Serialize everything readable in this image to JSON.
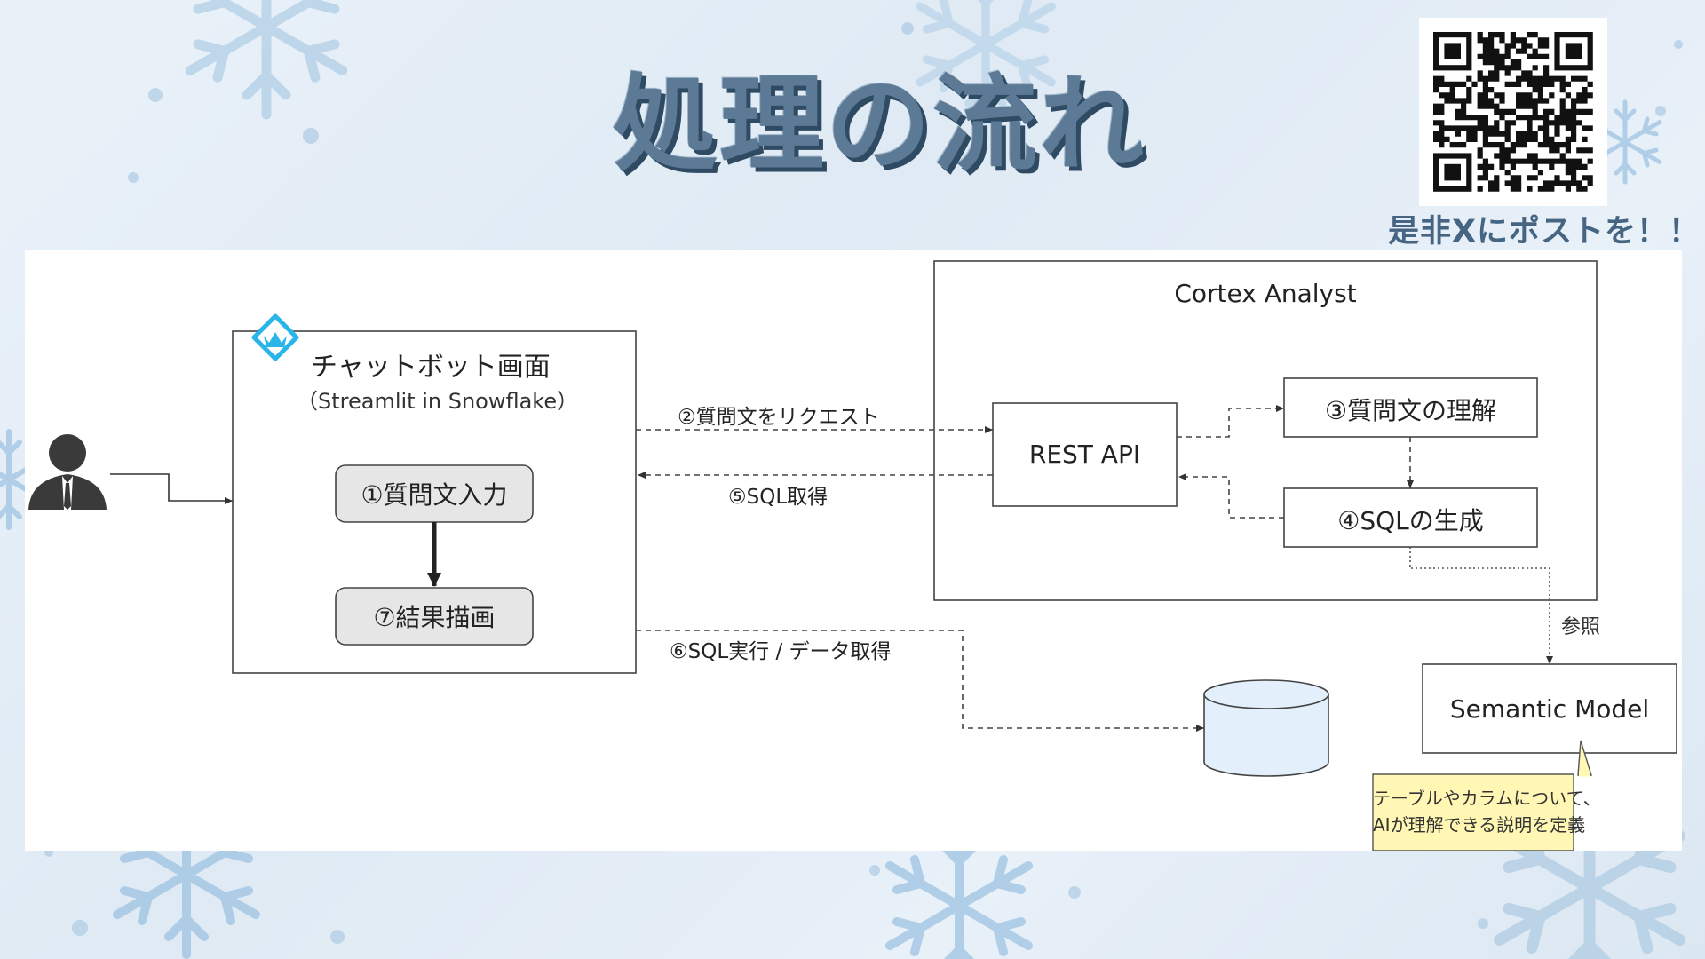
{
  "page": {
    "title": "処理の流れ",
    "post_caption": "是非Xにポストを！！"
  },
  "diagram": {
    "chatbot_title": "チャットボット画面",
    "chatbot_subtitle": "（Streamlit in Snowflake）",
    "step1": "①質問文入力",
    "step7": "⑦結果描画",
    "cortex_title": "Cortex Analyst",
    "rest_api": "REST API",
    "step3": "③質問文の理解",
    "step4": "④SQLの生成",
    "arrow_request": "②質問文をリクエスト",
    "arrow_sql_get": "⑤SQL取得",
    "arrow_exec": "⑥SQL実行 / データ取得",
    "ref_label": "参照",
    "semantic_model": "Semantic Model",
    "callout_line1": "テーブルやカラムについて、",
    "callout_line2": "AIが理解できる説明を定義"
  },
  "colors": {
    "title_fill": "#5c7a95",
    "title_shadow": "#2f4a63",
    "streamlit_blue": "#29b5e8",
    "callout_bg": "#fff7b3",
    "node_gray": "#e6e6e6",
    "database_fill": "#e3f0fb"
  },
  "icons": [
    "snowflake-decoration",
    "qr-code",
    "user-icon",
    "streamlit-logo-icon",
    "database-icon"
  ]
}
